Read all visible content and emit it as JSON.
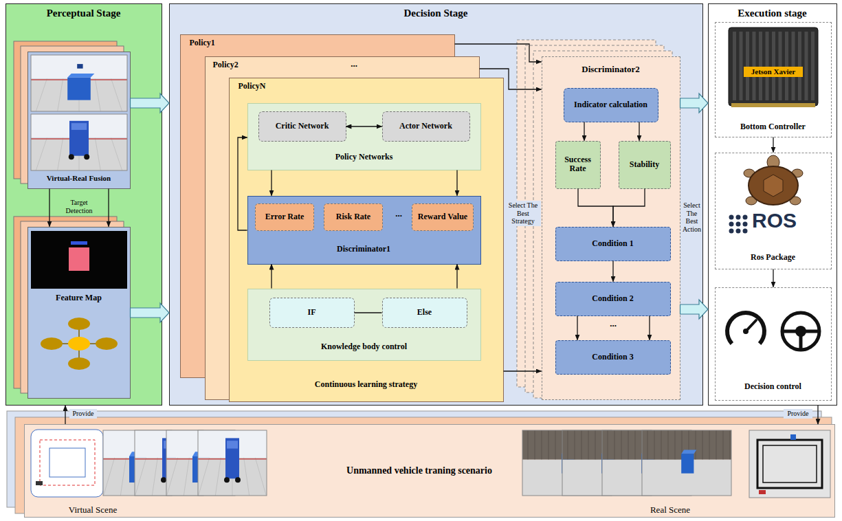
{
  "diagram": {
    "nodes": [
      {
        "text": [
          "Perceptual Stage"
        ]
      },
      {
        "text": [
          "Virtual-Real Fusion"
        ],
        "in": 0
      },
      {
        "text": [
          "Feature Map"
        ],
        "in": 0
      },
      {
        "text": [
          "Decision Stage"
        ]
      },
      {
        "text": [
          "Policy1"
        ],
        "in": 3
      },
      {
        "text": [
          "Policy2"
        ],
        "in": 3
      },
      {
        "text": [
          "PolicyN",
          "Continuous learning strategy"
        ],
        "in": 3
      },
      {
        "text": [
          "Policy Networks"
        ],
        "in": 6
      },
      {
        "text": [
          "Critic Network"
        ],
        "in": 7
      },
      {
        "text": [
          "Actor Network"
        ],
        "in": 7
      },
      {
        "text": [
          "Discriminator1"
        ],
        "in": 6
      },
      {
        "text": [
          "Error Rate"
        ],
        "in": 10
      },
      {
        "text": [
          "Risk Rate"
        ],
        "in": 10
      },
      {
        "text": [
          "Reward Value"
        ],
        "in": 10
      },
      {
        "text": [
          "Knowledge body control"
        ],
        "in": 6
      },
      {
        "text": [
          "IF"
        ],
        "in": 14
      },
      {
        "text": [
          "Else"
        ],
        "in": 14
      },
      {
        "text": [
          "Discriminator2"
        ],
        "in": 3
      },
      {
        "text": [
          "Indicator calculation"
        ],
        "in": 17
      },
      {
        "text": [
          "Success Rate"
        ],
        "in": 17
      },
      {
        "text": [
          "Stability"
        ],
        "in": 17
      },
      {
        "text": [
          "Condition 1"
        ],
        "in": 17
      },
      {
        "text": [
          "Condition 2"
        ],
        "in": 17
      },
      {
        "text": [
          "Condition 3"
        ],
        "in": 17
      },
      {
        "text": [
          "Execution stage"
        ]
      },
      {
        "text": [
          "Bottom Controller"
        ],
        "in": 24
      },
      {
        "text": [
          "Ros Package"
        ],
        "in": 24
      },
      {
        "text": [
          "Decision control"
        ],
        "in": 24
      },
      {
        "text": [
          "Unmanned vehicle traning scenario"
        ]
      }
    ],
    "edges": [
      {
        "from": 1,
        "to": 2,
        "arrow": "to",
        "label": "Target Detection"
      },
      {
        "from": 1,
        "to": 2,
        "arrow": "to"
      },
      {
        "from": 1,
        "to": 3,
        "arrow": "to"
      },
      {
        "from": 2,
        "to": 3,
        "arrow": "to"
      },
      {
        "from": 8,
        "to": 9,
        "arrow": "both"
      },
      {
        "from": 7,
        "to": 10,
        "arrow": "to"
      },
      {
        "from": 7,
        "to": 10,
        "arrow": "to"
      },
      {
        "from": 14,
        "to": 10,
        "arrow": "to"
      },
      {
        "from": 14,
        "to": 10,
        "arrow": "to"
      },
      {
        "from": 10,
        "to": 7,
        "arrow": "to"
      },
      {
        "from": 15,
        "to": 16,
        "arrow": "none"
      },
      {
        "from": 4,
        "to": 17,
        "arrow": "to"
      },
      {
        "from": 5,
        "to": 17,
        "arrow": "to"
      },
      {
        "from": 6,
        "to": 17,
        "arrow": "to"
      },
      {
        "from": 18,
        "to": 19,
        "arrow": "to"
      },
      {
        "from": 18,
        "to": 20,
        "arrow": "to"
      },
      {
        "from": 19,
        "to": 21,
        "arrow": "to"
      },
      {
        "from": 20,
        "to": 21,
        "arrow": "to"
      },
      {
        "from": 21,
        "to": 22,
        "arrow": "to"
      },
      {
        "from": 22,
        "to": 23,
        "arrow": "to"
      },
      {
        "from": 22,
        "to": 23,
        "arrow": "to"
      },
      {
        "from": 17,
        "to": 24,
        "arrow": "to"
      },
      {
        "from": 17,
        "to": 24,
        "arrow": "to"
      },
      {
        "from": 25,
        "to": 26,
        "arrow": "to"
      },
      {
        "from": 26,
        "to": 27,
        "arrow": "to"
      },
      {
        "from": 28,
        "to": 0,
        "arrow": "to",
        "label": "Provide"
      },
      {
        "from": 24,
        "to": 28,
        "arrow": "to",
        "label": "Provide"
      }
    ],
    "labels": [
      "...",
      "Select The Best Strategy",
      "Select The Best Action",
      "...",
      "...",
      "Jetson Xavier",
      "ROS",
      "Virtual Scene",
      "Real Scene"
    ]
  }
}
